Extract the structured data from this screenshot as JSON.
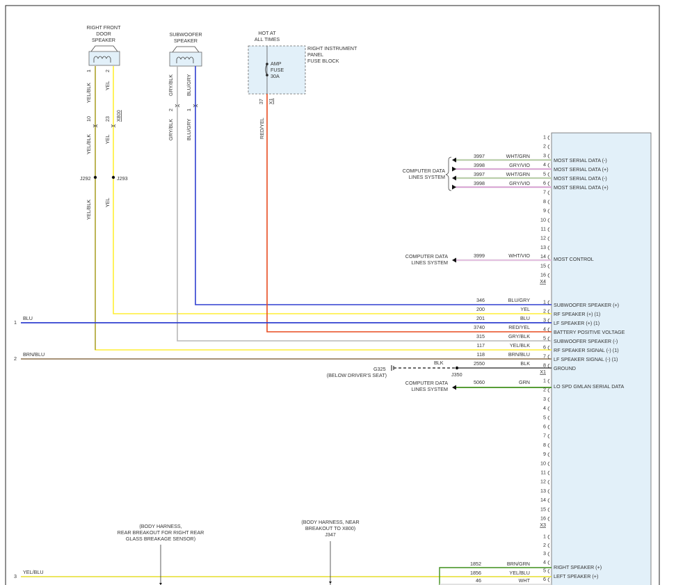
{
  "colors": {
    "yel": "#ffee33",
    "blu": "#2f3fd0",
    "gry": "#b8b8b8",
    "red": "#e84a1e",
    "brn": "#8a6f4a",
    "blk": "#222222",
    "grn": "#3f8f1a",
    "wht": "#d8d8d8",
    "grn_light": "#9bc97d",
    "vio": "#e07ad6",
    "pink": "#f0a8e8",
    "connector_fill": "#e2f0f9"
  },
  "components": {
    "rf_speaker": {
      "lines": [
        "RIGHT FRONT",
        "DOOR",
        "SPEAKER"
      ]
    },
    "subwoofer": {
      "lines": [
        "SUBWOOFER",
        "SPEAKER"
      ]
    },
    "hot": {
      "lines": [
        "HOT AT",
        "ALL TIMES"
      ]
    },
    "fuse_block": {
      "lines": [
        "RIGHT INSTRUMENT",
        "PANEL",
        "FUSE BLOCK"
      ],
      "fuse_lines": [
        "AMP",
        "FUSE",
        "30A"
      ],
      "pin": "37",
      "connector": "X1"
    }
  },
  "vertical_wires": {
    "yelblk_a": "YEL/BLK",
    "yelblk_b": "YEL/BLK",
    "yelblk_c": "YEL/BLK",
    "yel_a": "YEL",
    "yel_b": "YEL",
    "yel_c": "YEL",
    "gryblk": "GRY/BLK",
    "blugry": "BLU/GRY",
    "redyel": "RED/YEL"
  },
  "pins": {
    "spk_1": "1",
    "spk_2": "2",
    "inline_10": "10",
    "inline_23": "23",
    "inline_conn": "X800",
    "sub_2": "2",
    "sub_1": "1"
  },
  "splices": {
    "j292": "J292",
    "j293": "J293",
    "j350": "J350",
    "g325": "G325"
  },
  "ground_note": "(BELOW DRIVER'S SEAT)",
  "comp_data_lines": [
    "COMPUTER DATA",
    "LINES SYSTEM"
  ],
  "x4": {
    "connector": "X4",
    "pins": [
      "1",
      "2",
      "3",
      "4",
      "5",
      "6",
      "7",
      "8",
      "9",
      "10",
      "11",
      "12",
      "13",
      "14",
      "15",
      "16"
    ],
    "circuits": [
      {
        "pin": "3",
        "num": "3997",
        "color_name": "WHT/GRN",
        "label": "MOST SERIAL DATA (-)"
      },
      {
        "pin": "4",
        "num": "3998",
        "color_name": "GRY/VIO",
        "label": "MOST SERIAL DATA (+)"
      },
      {
        "pin": "5",
        "num": "3997",
        "color_name": "WHT/GRN",
        "label": "MOST SERIAL DATA (-)"
      },
      {
        "pin": "6",
        "num": "3998",
        "color_name": "GRY/VIO",
        "label": "MOST SERIAL DATA (+)"
      },
      {
        "pin": "14",
        "num": "3999",
        "color_name": "WHT/VIO",
        "label": "MOST CONTROL"
      }
    ]
  },
  "x1": {
    "connector": "X1",
    "circuits": [
      {
        "pin": "1",
        "num": "346",
        "color_name": "BLU/GRY",
        "label": "SUBWOOFER SPEAKER (+)"
      },
      {
        "pin": "2",
        "num": "200",
        "color_name": "YEL",
        "label": "RF SPEAKER (+) (1)"
      },
      {
        "pin": "3",
        "num": "201",
        "color_name": "BLU",
        "label": "LF SPEAKER (+) (1)"
      },
      {
        "pin": "4",
        "num": "3740",
        "color_name": "RED/YEL",
        "label": "BATTERY POSITIVE VOLTAGE"
      },
      {
        "pin": "5",
        "num": "315",
        "color_name": "GRY/BLK",
        "label": "SUBWOOFER SPEAKER (-)"
      },
      {
        "pin": "6",
        "num": "117",
        "color_name": "YEL/BLK",
        "label": "RF SPEAKER SIGNAL (-) (1)"
      },
      {
        "pin": "7",
        "num": "118",
        "color_name": "BRN/BLU",
        "label": "LF SPEAKER SIGNAL (-) (1)"
      },
      {
        "pin": "8",
        "num": "2550",
        "color_name": "BLK",
        "label": "GROUND"
      }
    ],
    "ground_wire_color": "BLK"
  },
  "x3": {
    "connector": "X3",
    "pins": [
      "1",
      "2",
      "3",
      "4",
      "5",
      "6",
      "7",
      "8",
      "9",
      "10",
      "11",
      "12",
      "13",
      "14",
      "15",
      "16"
    ],
    "circuits": [
      {
        "pin": "1",
        "num": "5060",
        "color_name": "GRN",
        "label": "LO SPD GMLAN SERIAL DATA"
      }
    ]
  },
  "next_connector": {
    "pins": [
      "1",
      "2",
      "3",
      "4",
      "5",
      "6"
    ],
    "circuits": [
      {
        "pin": "4",
        "num": "1852",
        "color_name": "BRN/GRN",
        "label": "RIGHT SPEAKER (+)"
      },
      {
        "pin": "5",
        "num": "1856",
        "color_name": "YEL/BLU",
        "label": "LEFT SPEAKER (+)"
      },
      {
        "pin": "6",
        "num": "46",
        "color_name": "WHT",
        "label": ""
      }
    ]
  },
  "left_refs": [
    {
      "num": "1",
      "wire": "BLU"
    },
    {
      "num": "2",
      "wire": "BRN/BLU"
    },
    {
      "num": "3",
      "wire": "YEL/BLU"
    }
  ],
  "notes": {
    "body_rr": [
      "(BODY HARNESS,",
      "REAR BREAKOUT FOR RIGHT REAR",
      "GLASS BREAKAGE SENSOR)"
    ],
    "body_x800": [
      "(BODY HARNESS, NEAR",
      "BREAKOUT TO X800)",
      "J347"
    ]
  }
}
